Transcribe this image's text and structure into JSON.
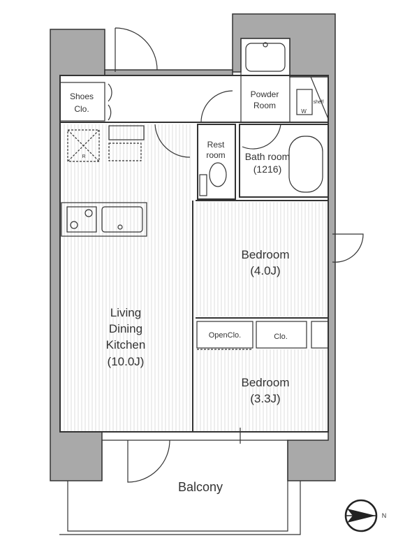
{
  "plan": {
    "rooms": {
      "shoes_clo": [
        "Shoes",
        "Clo."
      ],
      "powder_room": [
        "Powder",
        "Room"
      ],
      "shelf": "shelf",
      "washer": "W",
      "fridge": "R",
      "rest_room": [
        "Rest",
        "room"
      ],
      "bath_room": [
        "Bath room",
        "(1216)"
      ],
      "bedroom_1": [
        "Bedroom",
        "(4.0J)"
      ],
      "ldk": [
        "Living",
        "Dining",
        "Kitchen",
        "(10.0J)"
      ],
      "open_clo": "OpenClo.",
      "clo": "Clo.",
      "bedroom_2": [
        "Bedroom",
        "(3.3J)"
      ],
      "balcony": "Balcony"
    },
    "compass": {
      "label": "N",
      "direction": "east"
    },
    "colors": {
      "wall": "#a9a9a9",
      "line": "#333333",
      "floor_stripe": "#dcdcdc"
    }
  }
}
